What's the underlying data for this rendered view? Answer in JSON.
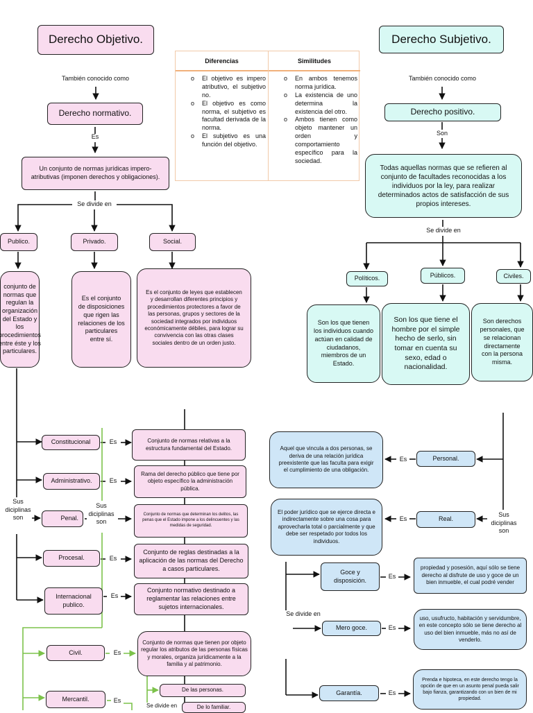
{
  "objetivo": {
    "title": "Derecho Objetivo.",
    "aka_label": "También conocido como",
    "aka": "Derecho normativo.",
    "es_label": "Es",
    "definition": "Un conjunto de normas jurídicas impero-atributivas (imponen derechos y obligaciones).",
    "divide_label": "Se divide en",
    "branches": [
      {
        "name": "Publico.",
        "desc": "conjunto de normas que regulan la organización del Estado y los procedimientos entre éste y los particulares."
      },
      {
        "name": "Privado.",
        "desc": "Es el conjunto de disposiciones que rigen las relaciones de los particulares entre sí."
      },
      {
        "name": "Social.",
        "desc": "Es el conjunto de leyes que establecen y desarrollan diferentes principios y procedimientos protectores a favor de las personas, grupos y sectores de la sociedad integrados por individuos económicamente débiles, para lograr su convivencia con las otras clases sociales dentro de un orden justo."
      }
    ]
  },
  "table": {
    "headers": [
      "Diferencias",
      "Similitudes"
    ],
    "diferencias": [
      "El objetivo es impero atributivo, el subjetivo no.",
      "El objetivo es como norma, el subjetivo es facultad derivada de la norma.",
      "El subjetivo es una función del objetivo."
    ],
    "similitudes": [
      "En ambos tenemos norma jurídica.",
      "La existencia de uno determina la existencia del otro.",
      "Ambos tienen como objeto mantener un orden y comportamiento específico para la sociedad."
    ]
  },
  "subjetivo": {
    "title": "Derecho Subjetivo.",
    "aka_label": "También conocido como",
    "aka": "Derecho positivo.",
    "son_label": "Son",
    "definition": "Todas aquellas normas que se refieren al conjunto de facultades reconocidas a los individuos por la ley, para realizar determinados actos de satisfacción de sus propios intereses.",
    "divide_label": "Se divide en",
    "branches": [
      {
        "name": "Políticos.",
        "desc": "Son los que tienen los individuos cuando actúan en calidad de ciudadanos, miembros de un Estado."
      },
      {
        "name": "Públicos.",
        "desc": "Son los que tiene el hombre por el simple hecho de serlo, sin tomar en cuenta su sexo, edad o nacionalidad."
      },
      {
        "name": "Civiles.",
        "desc": "Son derechos personales, que se relacionan directamente con la persona misma."
      }
    ]
  },
  "publico_disciplinas": {
    "label": "Sus diciplinas son",
    "es_label": "Es",
    "items": [
      {
        "name": "Constitucional",
        "desc": "Conjunto de normas relativas a la estructura fundamental del Estado."
      },
      {
        "name": "Administrativo.",
        "desc": "Rama del derecho público que tiene por objeto específico la administración pública."
      },
      {
        "name": "Penal.",
        "desc": "Conjunto de normas que determinan los delitos, las penas que el Estado impone a los delincuentes y las medidas de seguridad."
      },
      {
        "name": "Procesal.",
        "desc": "Conjunto de reglas destinadas a la aplicación de las normas del Derecho a casos particulares."
      },
      {
        "name": "Internacional publico.",
        "desc": "Conjunto normativo destinado a reglamentar las relaciones entre sujetos internacionales."
      }
    ]
  },
  "privado_disciplinas": {
    "label": "Sus diciplinas son",
    "es_label": "Es",
    "items": [
      {
        "name": "Civil.",
        "desc": "Conjunto de normas que tienen por objeto regular los atributos de las personas físicas y morales, organiza jurídicamente a la familia y al patrimonio."
      },
      {
        "name": "Mercantil.",
        "desc": ""
      }
    ],
    "civil_divide_label": "Se divide en",
    "civil_parts": [
      "De las personas.",
      "De lo familiar."
    ]
  },
  "civiles_disciplinas": {
    "label": "Sus diciplinas son",
    "es_label": "Es",
    "items": [
      {
        "name": "Personal.",
        "desc": "Aquel que vincula a dos personas, se deriva de una relación jurídica preexistente que las faculta para exigir el cumplimiento de una obligación."
      },
      {
        "name": "Real.",
        "desc": "El poder jurídico que se ejerce directa e indirectamente sobre una cosa para aprovecharla total o parcialmente y que debe ser respetado por todos los individuos."
      }
    ],
    "real_divide_label": "Se divide en",
    "real_parts": [
      {
        "name": "Goce y disposición.",
        "desc": "propiedad y posesión, aquí sólo se tiene derecho al disfrute de uso y goce de un bien inmueble, el cual podré vender"
      },
      {
        "name": "Mero goce.",
        "desc": "uso, usufructo, habitación y servidumbre, en este concepto sólo se tiene derecho al uso del bien inmueble, más no así de venderlo."
      },
      {
        "name": "Garantía.",
        "desc": "Prenda e hipoteca, en este derecho tengo la opción de que en un asunto penal pueda salir bajo fianza, garantizando con un bien de mi propiedad."
      }
    ]
  },
  "colors": {
    "pink": "#f9dcef",
    "cyan": "#d8f9f4",
    "blue": "#cfe6f7",
    "green": "#7cc24a",
    "table_border": "#f1b07a"
  }
}
